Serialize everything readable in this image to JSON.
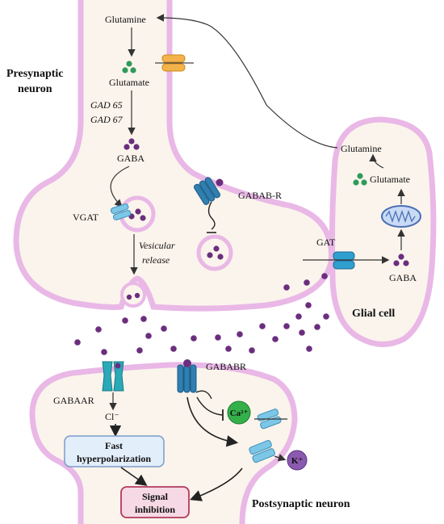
{
  "labels": {
    "presynaptic_title_line1": "Presynaptic",
    "presynaptic_title_line2": "neuron",
    "glutamine_top": "Glutamine",
    "glutamate_pre": "Glutamate",
    "gad65": "GAD 65",
    "gad67": "GAD 67",
    "gaba_pre": "GABA",
    "vgat": "VGAT",
    "gabab_r_pre": "GABAB-R",
    "vesicular_line1": "Vesicular",
    "vesicular_line2": "release",
    "gat": "GAT",
    "gaba_glial": "GABA",
    "glutamate_glial": "Glutamate",
    "glutamine_glial": "Glutamine",
    "glial_title": "Glial cell",
    "gabaar": "GABAAR",
    "gabab_r_post": "GABABR",
    "chloride": "Cl⁻",
    "calcium": "Ca²⁺",
    "potassium": "K⁺",
    "fast_line1": "Fast",
    "fast_line2": "hyperpolarization",
    "signal_line1": "Signal",
    "signal_line2": "inhibition",
    "postsynaptic_title": "Postsynaptic neuron"
  },
  "colors": {
    "membrane": "#e9b8e6",
    "cytoplasm": "#fbf4ec",
    "gaba_dot": "#6b2e7e",
    "glutamate_dot": "#2e9b5a",
    "receptor_teal": "#2aa9b8",
    "receptor_blue": "#2f7fb0",
    "transporter_orange": "#f3b24a",
    "calcium_fill": "#34b04a",
    "potassium_fill": "#8b5ab0",
    "fast_box": "#e3eefb",
    "signal_box": "#f6d9e4"
  },
  "icons": [
    "glutamine-transporter-icon",
    "vgat-transporter-icon",
    "gabab-receptor-icon",
    "gat-transporter-icon",
    "mitochondrion-icon",
    "gabaa-receptor-icon",
    "calcium-channel-icon",
    "potassium-channel-icon"
  ]
}
